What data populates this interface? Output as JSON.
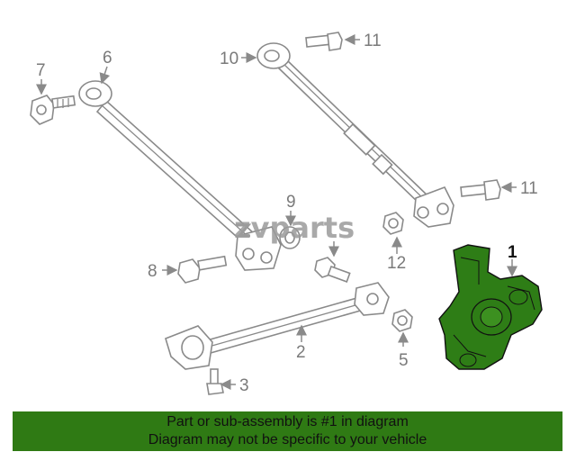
{
  "watermark": "zvparts",
  "brand_color": "#2f7a14",
  "highlight_color": "#2e7d16",
  "callouts": {
    "c1": "1",
    "c2": "2",
    "c3": "3",
    "c5": "5",
    "c6": "6",
    "c7": "7",
    "c8": "8",
    "c9": "9",
    "c10": "10",
    "c11a": "11",
    "c11b": "11",
    "c12": "12"
  },
  "banner": {
    "line1": "Part or sub-assembly is #1 in diagram",
    "line2": "Diagram may not be specific to your vehicle"
  }
}
